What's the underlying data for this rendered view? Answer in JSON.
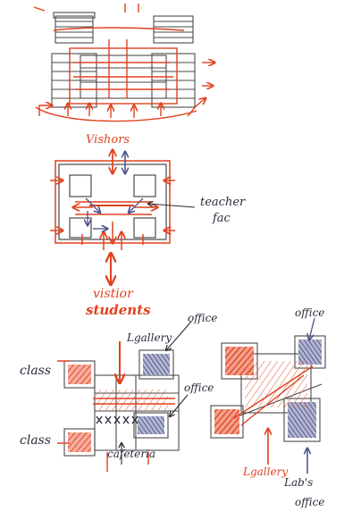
{
  "colors": {
    "pencil": "#4a4a4a",
    "red_marker": "#e0421e",
    "blue_pen": "#4a4f8c",
    "paper": "#ffffff"
  },
  "sketch1": {
    "label_visitors": "Vishors"
  },
  "sketch2": {
    "label_teacher": "teacher",
    "label_fac": "fac",
    "label_visitor": "vistior",
    "label_students": "students"
  },
  "sketch3": {
    "label_gallery": "Lgallery",
    "label_office_top": "office",
    "label_class_top": "class",
    "label_class_bottom": "class",
    "label_office_mid": "office",
    "label_cafeteria": "cafeteria"
  },
  "sketch4": {
    "label_office_top": "office",
    "label_gallery": "Lgallery",
    "label_labs": "Lab's",
    "label_office_bottom": "office"
  }
}
